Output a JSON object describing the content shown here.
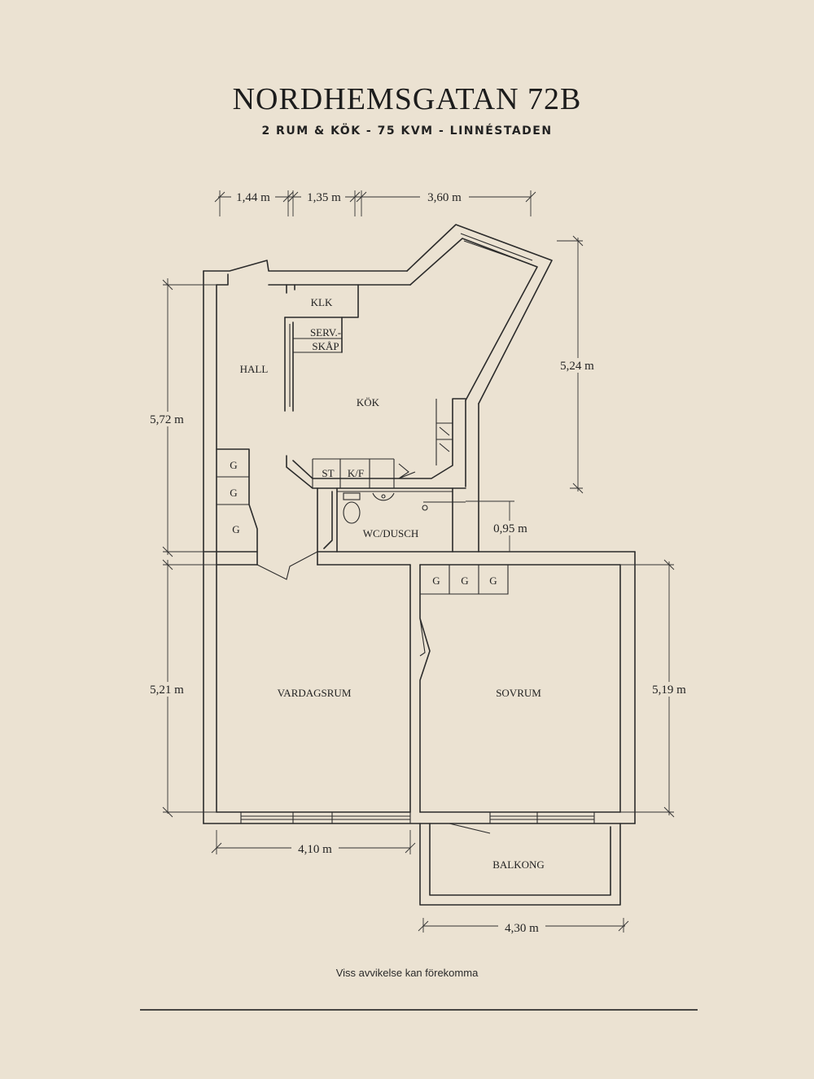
{
  "header": {
    "title": "NORDHEMSGATAN 72B",
    "subtitle": "2 RUM & KÖK  -  75 KVM  -  LINNÉSTADEN"
  },
  "rooms": {
    "klk": "KLK",
    "serv_line1": "SERV.-",
    "serv_line2": "SKÅP",
    "hall": "HALL",
    "kok": "KÖK",
    "st": "ST",
    "kf": "K/F",
    "wc": "WC/DUSCH",
    "vardagsrum": "VARDAGSRUM",
    "sovrum": "SOVRUM",
    "balkong": "BALKONG",
    "wardrobe": "G"
  },
  "dimensions": {
    "top_a": "1,44 m",
    "top_b": "1,35 m",
    "top_c": "3,60 m",
    "left_upper": "5,72 m",
    "left_lower": "5,21 m",
    "right_upper": "5,24 m",
    "right_mid": "0,95 m",
    "right_lower": "5,19 m",
    "bottom_a": "4,10 m",
    "bottom_b": "4,30 m"
  },
  "footer": {
    "note": "Viss avvikelse kan förekomma"
  }
}
